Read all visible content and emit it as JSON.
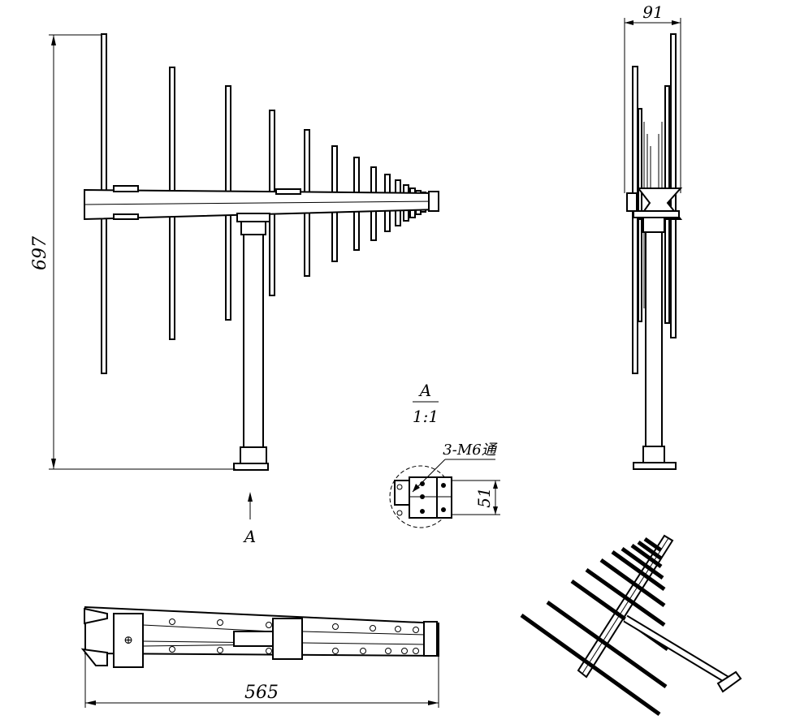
{
  "dimensions": {
    "height_label": "697",
    "depth_label": "91",
    "length_label": "565",
    "hole_spacing_label": "51"
  },
  "detail_view": {
    "name": "A",
    "scale": "1:1",
    "hole_note": "3-M6通"
  },
  "view_arrow_label": "A",
  "colors": {
    "line": "#000000",
    "background": "#ffffff"
  }
}
